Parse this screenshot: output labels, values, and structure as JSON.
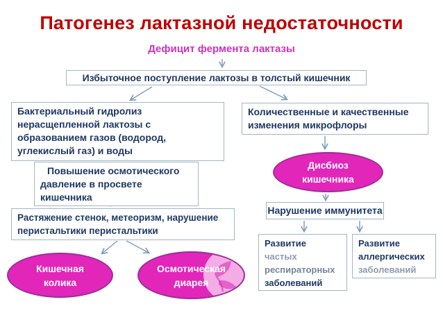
{
  "slide": {
    "title": "Патогенез лактазной недостаточности",
    "subtitle": "Дефицит фермента лактазы"
  },
  "colors": {
    "title_red": "#C00000",
    "subtitle_magenta": "#CC33BE",
    "box_text": "#1F3864",
    "box_border": "#A3B5C6",
    "arrow": "#7E9CBA",
    "ellipse_fill": "#E226BA",
    "ellipse_border": "#9B2D9B",
    "ellipse_text": "#FFFFFF"
  },
  "nodes": {
    "top_box": {
      "text": "Избыточное поступление лактозы в толстый кишечник"
    },
    "hydrolysis": {
      "lines": [
        "Бактериальный гидролиз",
        "нерасщепленной лактозы с",
        "образованием газов (водород,",
        "углекислый газ) и воды"
      ]
    },
    "microflora": {
      "lines": [
        "Количественные и качественные",
        "изменения микрофлоры"
      ]
    },
    "osmotic": {
      "lines": [
        "Повышение осмотического",
        "давление в просвете",
        "кишечника"
      ]
    },
    "stretch": {
      "lines": [
        "Растяжение стенок, метеоризм, нарушение",
        "перистальтики перистальтики"
      ]
    },
    "dysbiosis": {
      "lines": [
        "Дисбиоз",
        "кишечника"
      ]
    },
    "immunity": {
      "text": "Нарушение иммунитета"
    },
    "colic": {
      "lines": [
        "Кишечная",
        "колика"
      ]
    },
    "diarrhea": {
      "lines": [
        "Осмотическая",
        "диарея"
      ]
    },
    "respiratory": {
      "lines": [
        "Развитие",
        "частых",
        "респираторных",
        "заболеваний"
      ]
    },
    "allergic": {
      "lines": [
        "Развитие",
        "аллергических",
        "заболеваний"
      ]
    }
  },
  "icons": {
    "watermark_leaf": "leaf-logo-watermark"
  }
}
